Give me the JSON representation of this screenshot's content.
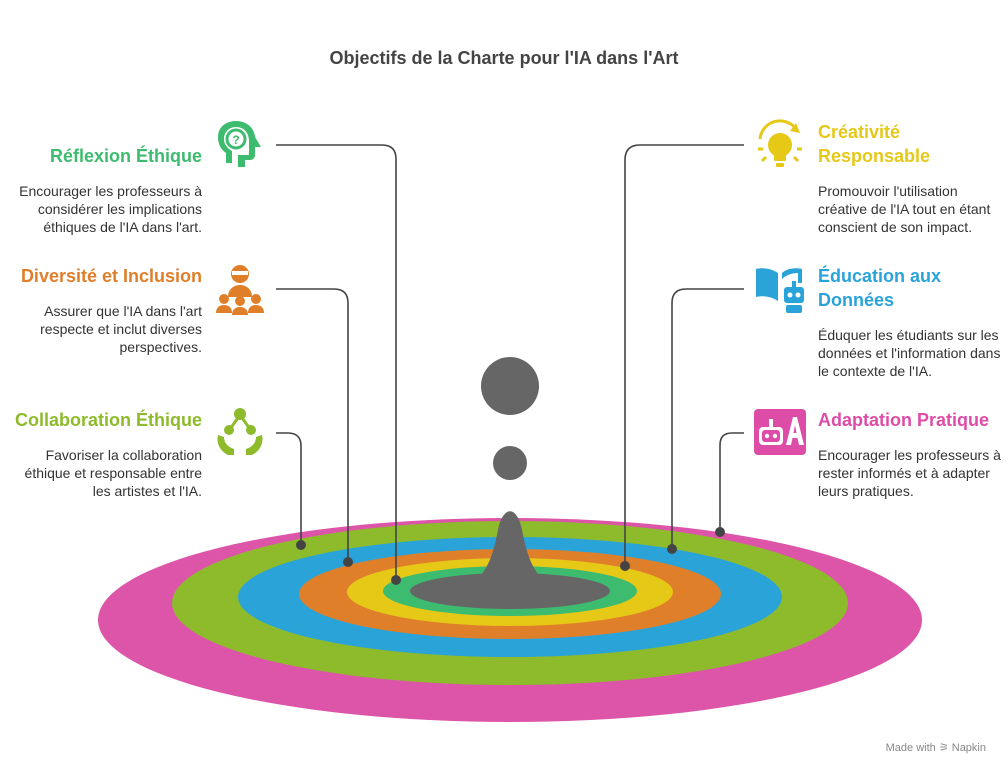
{
  "title": "Objectifs de la Charte pour l'IA dans l'Art",
  "footer": "Made with ⚞ Napkin",
  "items": [
    {
      "heading": "Réflexion Éthique",
      "desc": "Encourager les professeurs à considérer les implications éthiques de l'IA dans l'art.",
      "color": "#3dbb6f",
      "icon": "head-question-icon"
    },
    {
      "heading": "Diversité et Inclusion",
      "desc": "Assurer que l'IA dans l'art respecte et inclut diverses perspectives.",
      "color": "#e07f2a",
      "icon": "group-people-icon"
    },
    {
      "heading": "Collaboration Éthique",
      "desc": "Favoriser la collaboration éthique et responsable entre les artistes et l'IA.",
      "color": "#8dbb2c",
      "icon": "hands-network-icon"
    },
    {
      "heading": "Créativité Responsable",
      "desc": "Promouvoir l'utilisation créative de l'IA tout en étant conscient de son impact.",
      "color": "#e6c817",
      "icon": "lightbulb-icon"
    },
    {
      "heading": "Éducation aux Données",
      "desc": "Éduquer les étudiants sur les données et l'information dans le contexte de l'IA.",
      "color": "#2aa3d9",
      "icon": "book-robot-icon"
    },
    {
      "heading": "Adaptation Pratique",
      "desc": "Encourager les professeurs à rester informés et à adapter leurs pratiques.",
      "color": "#dd4da8",
      "icon": "robot-letter-icon"
    }
  ],
  "rings": [
    "#dd55a8",
    "#8dbb2c",
    "#2aa3d9",
    "#e07f2a",
    "#e6c817",
    "#3dbb6f"
  ],
  "center_color": "#666666"
}
